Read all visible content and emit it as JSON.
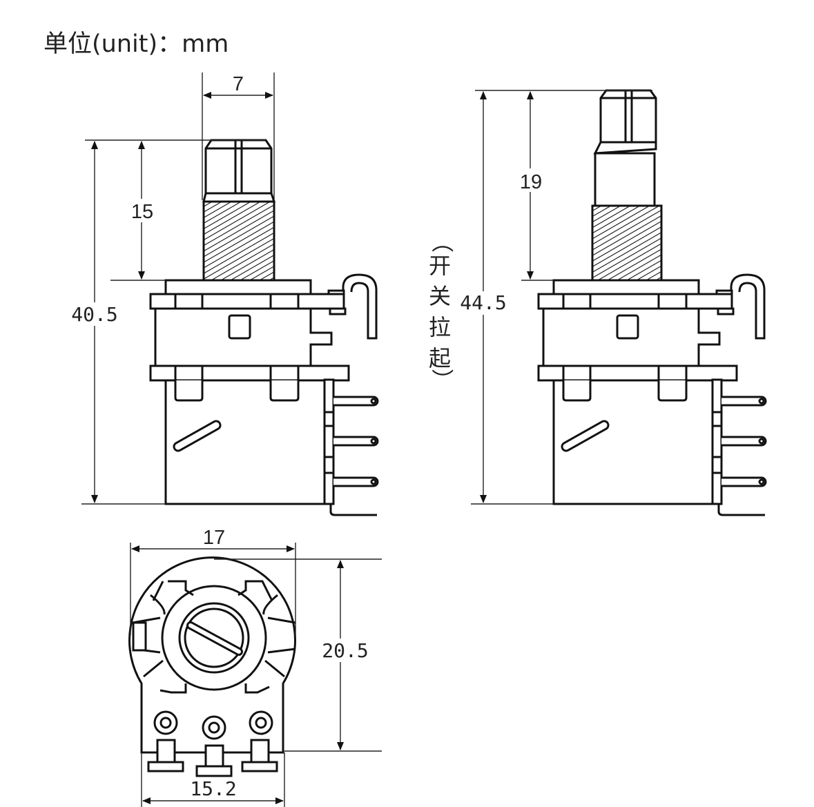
{
  "title": "单位(unit)：mm",
  "side_view_down": {
    "shaft_width": "7",
    "shaft_length": "15",
    "total_height": "40.5"
  },
  "side_view_pulled": {
    "note": [
      "（",
      "开",
      "关",
      "拉",
      "起",
      "）"
    ],
    "shaft_length": "19",
    "total_height": "44.5"
  },
  "bottom_view": {
    "width": "17",
    "height": "20.5",
    "pin_span": "15.2"
  }
}
